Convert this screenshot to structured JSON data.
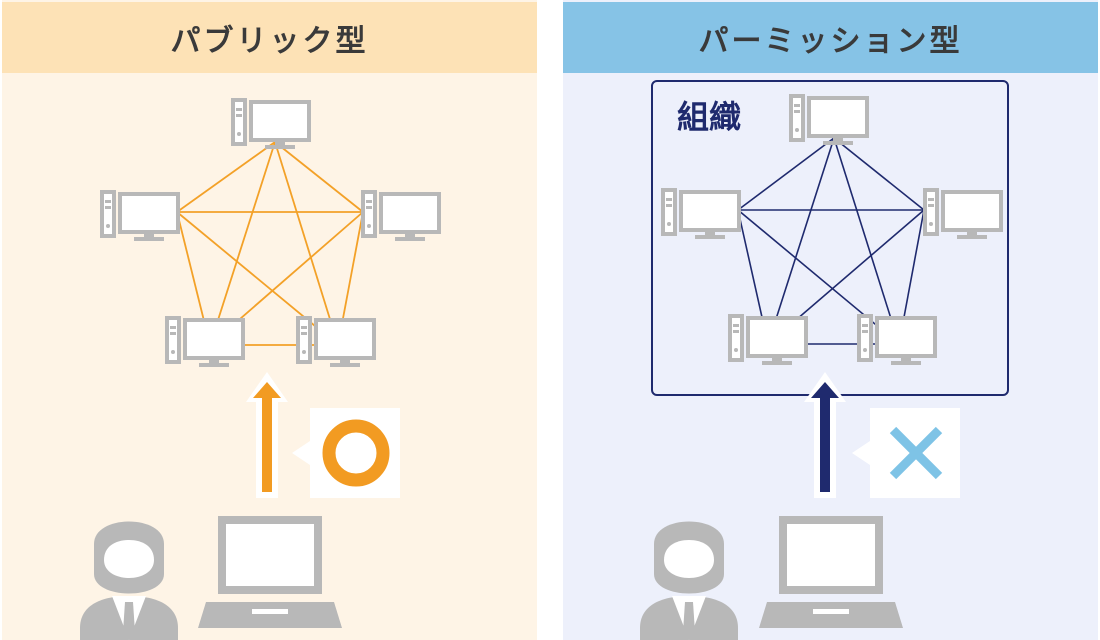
{
  "panels": {
    "public": {
      "title": "パブリック型",
      "line_color": "#f3a128",
      "verdict_icon": "circle-icon",
      "verdict_color": "#f29b22",
      "arrow_color": "#f29b22"
    },
    "permission": {
      "title": "パーミッション型",
      "organization_label": "組織",
      "line_color": "#1f2a6e",
      "verdict_icon": "cross-icon",
      "verdict_color": "#7ec3e6",
      "arrow_color": "#1f2a6e"
    }
  },
  "colors": {
    "computer_gray": "#b8b8b8",
    "public_bg": "#fef4e6",
    "public_header": "#fde2b6",
    "permission_bg": "#edf0fb",
    "permission_header": "#86c3e6"
  }
}
